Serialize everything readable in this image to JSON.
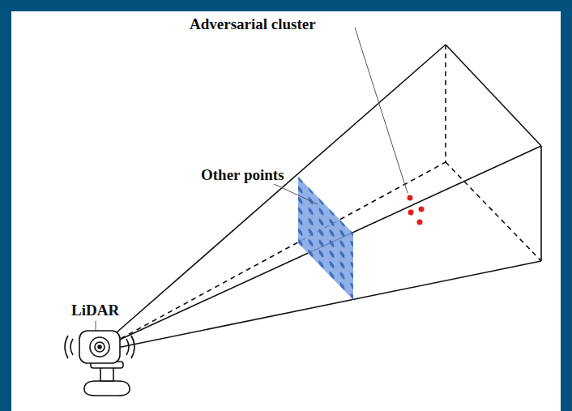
{
  "diagram": {
    "labels": [
      "Adversarial cluster",
      "Other points",
      "LiDAR"
    ]
  }
}
